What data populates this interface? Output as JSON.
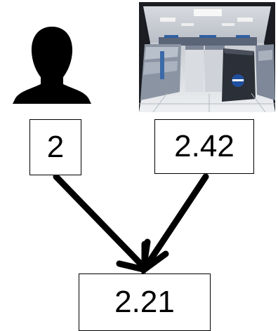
{
  "diagram": {
    "human_estimate": "2",
    "computer_estimate": "2.42",
    "combined_estimate": "2.21",
    "icons": {
      "person": "person-silhouette-icon",
      "computer": "supercomputer-room-photo"
    },
    "colors": {
      "stroke": "#000000",
      "background": "#ffffff"
    }
  }
}
